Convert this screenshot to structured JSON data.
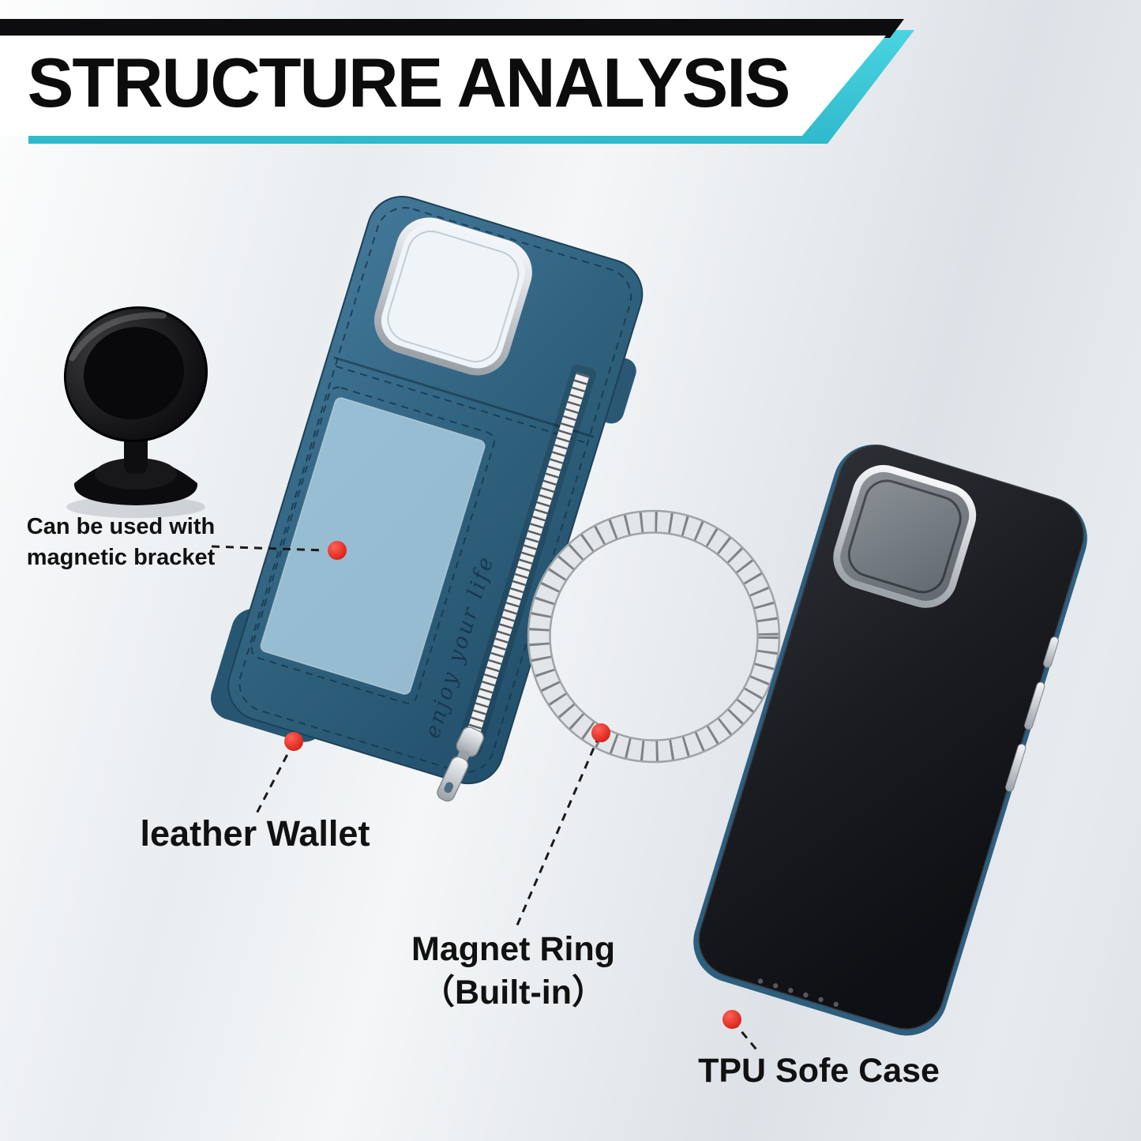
{
  "banner": {
    "title": "STRUCTURE ANALYSIS"
  },
  "callouts": {
    "bracket": {
      "line1": "Can be used with",
      "line2": "magnetic bracket"
    },
    "wallet": {
      "label": "leather Wallet"
    },
    "ring": {
      "line1": "Magnet Ring",
      "line2": "（Built-in）"
    },
    "tpu": {
      "label": "TPU Sofe Case"
    }
  },
  "case_print": {
    "script": "enjoy your life"
  },
  "colors": {
    "accent_cyan": "#3cc9d8",
    "leather_blue": "#2e5f80",
    "callout_red": "#e6261f",
    "tpu_black": "#17191d",
    "metal_silver": "#c9ced3"
  }
}
